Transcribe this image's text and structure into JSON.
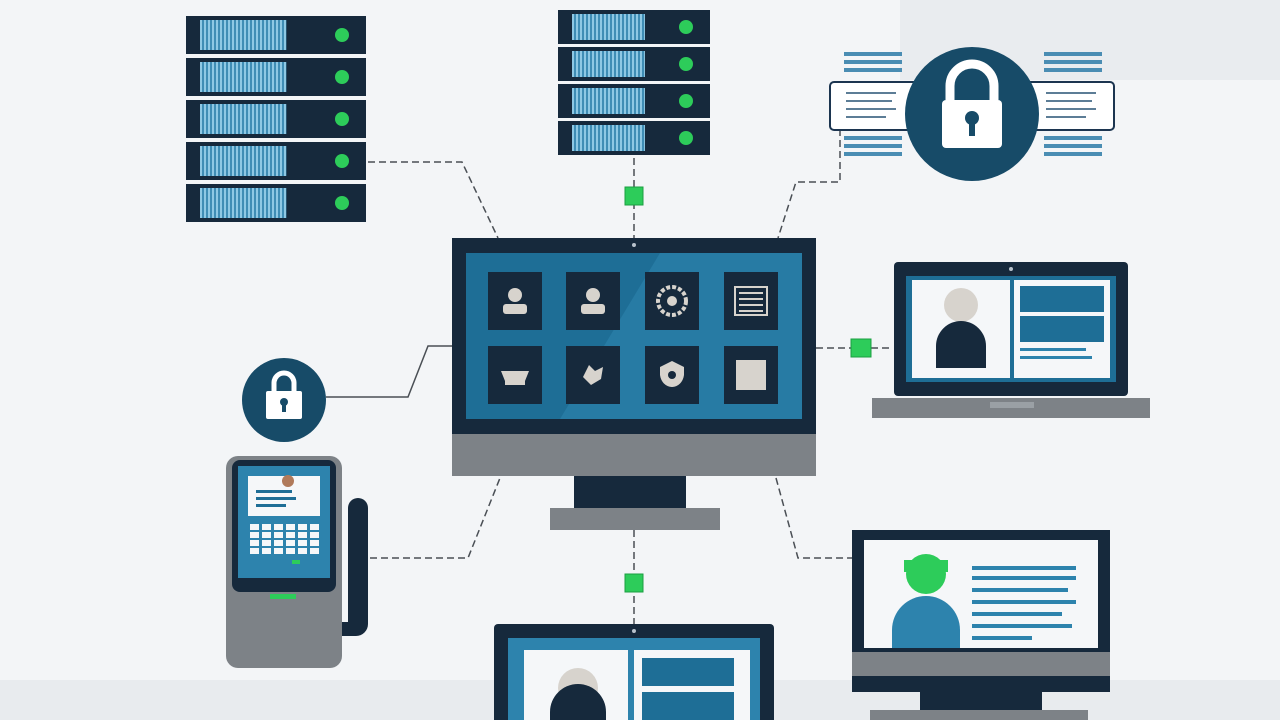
{
  "scene": {
    "theme": "network-security-illustration",
    "colors": {
      "navy": "#1c3550",
      "dark": "#16293c",
      "blue": "#1e6e96",
      "light_blue": "#6fb3d2",
      "green": "#2dcc5a",
      "gray": "#7d8287",
      "light_gray": "#9aa0a5",
      "background": "#f3f5f7"
    },
    "nodes": [
      {
        "name": "server-rack-left",
        "icon": "server-rack-icon",
        "units": 5
      },
      {
        "name": "server-rack-center",
        "icon": "server-rack-icon",
        "units": 4
      },
      {
        "name": "encrypted-data-lock",
        "icon": "lock-icon"
      },
      {
        "name": "central-monitor",
        "icon": "desktop-monitor-icon",
        "app_tiles": [
          "user-icon",
          "user-icon",
          "gear-icon",
          "document-icon",
          "cloud-icon",
          "globe-icon",
          "shield-icon",
          "square-icon"
        ]
      },
      {
        "name": "laptop-right",
        "icon": "laptop-icon"
      },
      {
        "name": "lock-badge-left",
        "icon": "lock-icon"
      },
      {
        "name": "access-terminal",
        "icon": "terminal-icon"
      },
      {
        "name": "monitor-bottom-right",
        "icon": "desktop-monitor-icon"
      },
      {
        "name": "monitor-bottom-center",
        "icon": "desktop-monitor-icon"
      }
    ]
  }
}
